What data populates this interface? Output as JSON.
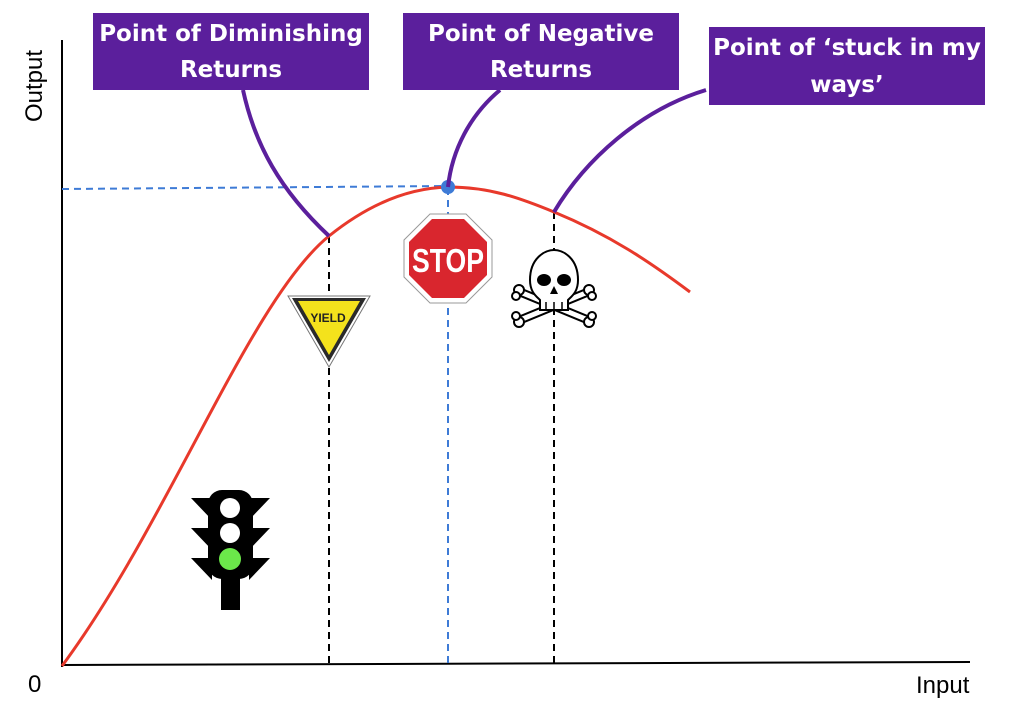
{
  "axes": {
    "y_label": "Output",
    "x_label": "Input",
    "origin_label": "0"
  },
  "callouts": [
    {
      "id": "diminishing",
      "lines": [
        "Point of Diminishing",
        "Returns"
      ]
    },
    {
      "id": "negative",
      "lines": [
        "Point of Negative",
        "Returns"
      ]
    },
    {
      "id": "stuck",
      "lines": [
        "Point of ‘stuck in my",
        "ways’"
      ]
    }
  ],
  "icons": {
    "traffic_light": "traffic-light-icon",
    "yield": "yield-sign-icon",
    "stop": "stop-sign-icon",
    "skull": "skull-crossbones-icon"
  },
  "signs": {
    "yield_text": "YIELD",
    "stop_text": "STOP"
  },
  "colors": {
    "curve": "#e8392b",
    "callout_bg": "#5b1f9c",
    "guide_blue": "#3e7bd6",
    "guide_black": "#000000",
    "light_green": "#6be84a"
  }
}
